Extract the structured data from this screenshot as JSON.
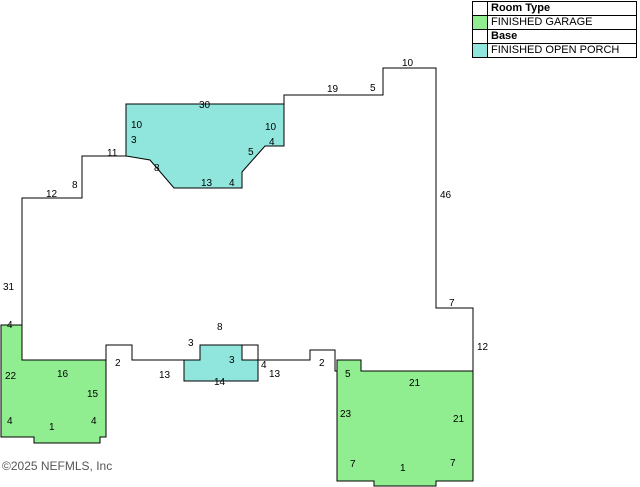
{
  "legend": {
    "room_type_header": "Room Type",
    "garage_label": "FINISHED GARAGE",
    "base_header": "Base",
    "porch_label": "FINISHED OPEN PORCH",
    "colors": {
      "garage": "#90ee90",
      "porch": "#90e6dc",
      "base": "#ffffff"
    }
  },
  "dimensions": {
    "porch_top": {
      "d30": "30",
      "d10a": "10",
      "d3": "3",
      "d10b": "10",
      "d4a": "4",
      "d5": "5",
      "d8": "8",
      "d13": "13",
      "d4b": "4"
    },
    "base": {
      "d11": "11",
      "d8": "8",
      "d12a": "12",
      "d19": "19",
      "d5": "5",
      "d10": "10",
      "d46": "46",
      "d31": "31",
      "d4": "4",
      "d7": "7",
      "d12b": "12",
      "d2a": "2",
      "d13a": "13",
      "d2b": "2",
      "d13b": "13"
    },
    "porch_bottom": {
      "d8": "8",
      "d3a": "3",
      "d3b": "3",
      "d4": "4",
      "d14": "14"
    },
    "garage_left": {
      "d22": "22",
      "d16": "16",
      "d15": "15",
      "d4a": "4",
      "d1": "1",
      "d4b": "4"
    },
    "garage_right": {
      "d5": "5",
      "d21a": "21",
      "d21b": "21",
      "d23": "23",
      "d7a": "7",
      "d1": "1",
      "d7b": "7"
    }
  },
  "copyright": "©2025 NEFMLS, Inc"
}
